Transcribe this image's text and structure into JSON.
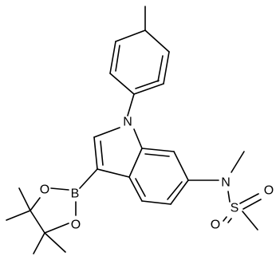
{
  "atoms": {
    "indole_n": "N",
    "sulfonamide_n": "N",
    "sulfur": "S",
    "sulfonyl_o_upper": "O",
    "sulfonyl_o_lower": "O",
    "boron": "B",
    "boronate_o_upper": "O",
    "boronate_o_lower": "O"
  },
  "colors": {
    "ink": "#000000",
    "background": "#ffffff"
  }
}
